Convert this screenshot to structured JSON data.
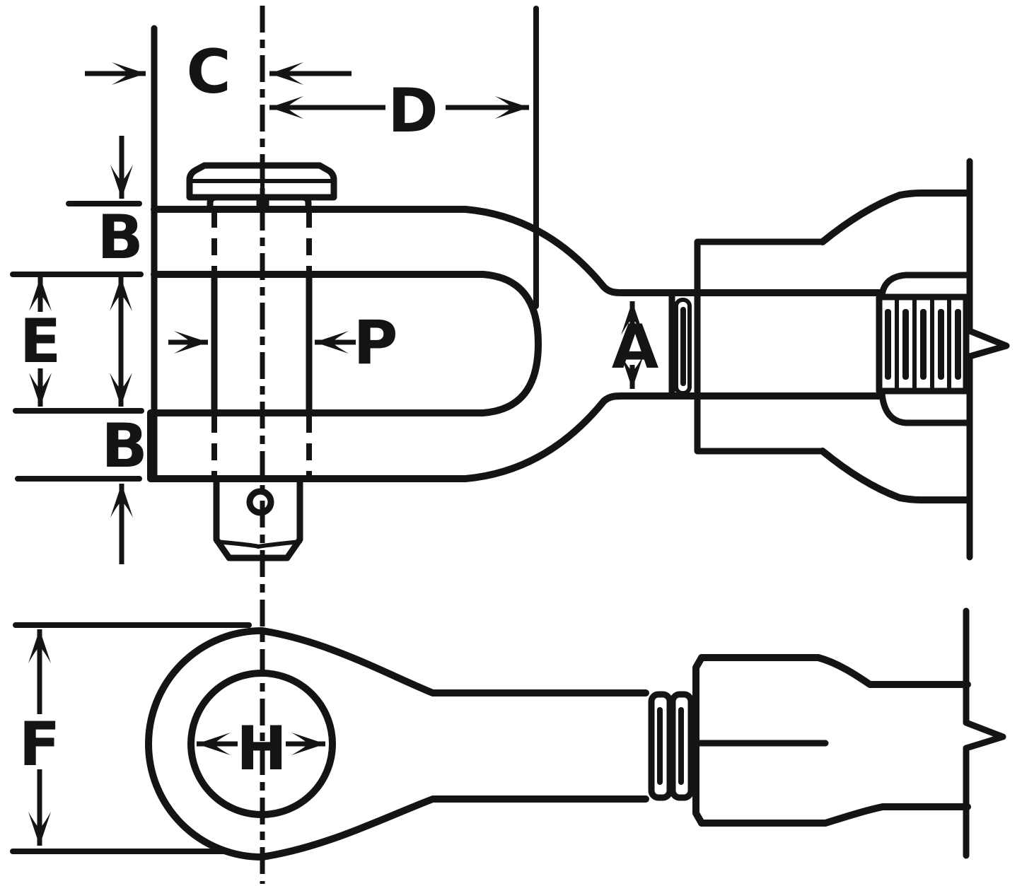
{
  "colors": {
    "ink": "#141414",
    "paper": "#ffffff"
  },
  "drawing": {
    "type": "technical-dimension-diagram",
    "subject": "insulated fork (clevis) terminal with pin — side view above, ring-eye view below",
    "dimension_labels": [
      {
        "id": "C",
        "text": "C"
      },
      {
        "id": "D",
        "text": "D"
      },
      {
        "id": "B_upper",
        "text": "B"
      },
      {
        "id": "E",
        "text": "E"
      },
      {
        "id": "P",
        "text": "P"
      },
      {
        "id": "A",
        "text": "A"
      },
      {
        "id": "B_lower",
        "text": "B"
      },
      {
        "id": "F",
        "text": "F"
      },
      {
        "id": "H",
        "text": "H"
      }
    ]
  }
}
